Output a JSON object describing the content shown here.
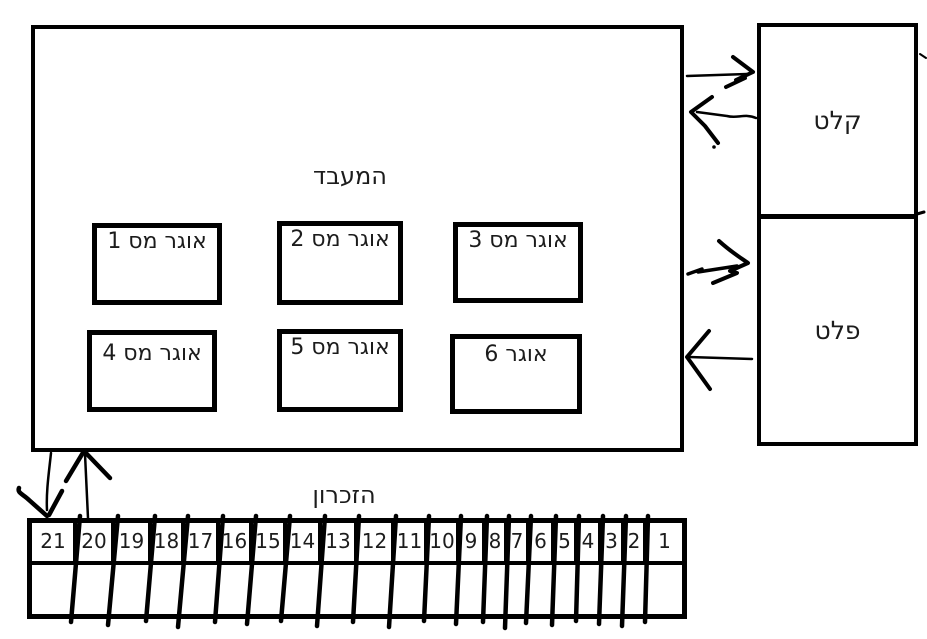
{
  "processor": {
    "title": "המעבד",
    "registers": [
      "אוגר מס 1",
      "אוגר מס 2",
      "אוגר מס 3",
      "אוגר מס 4",
      "אוגר מס 5",
      "אוגר 6"
    ]
  },
  "io": {
    "input": "קלט",
    "output": "פלט"
  },
  "memory": {
    "title": "הזכרון",
    "cells": [
      "21",
      "20",
      "19",
      "18",
      "17",
      "16",
      "15",
      "14",
      "13",
      "12",
      "11",
      "10",
      "9",
      "8",
      "7",
      "6",
      "5",
      "4",
      "3",
      "2",
      "1"
    ]
  },
  "colors": {
    "ink": "#000000",
    "paper": "#ffffff"
  }
}
